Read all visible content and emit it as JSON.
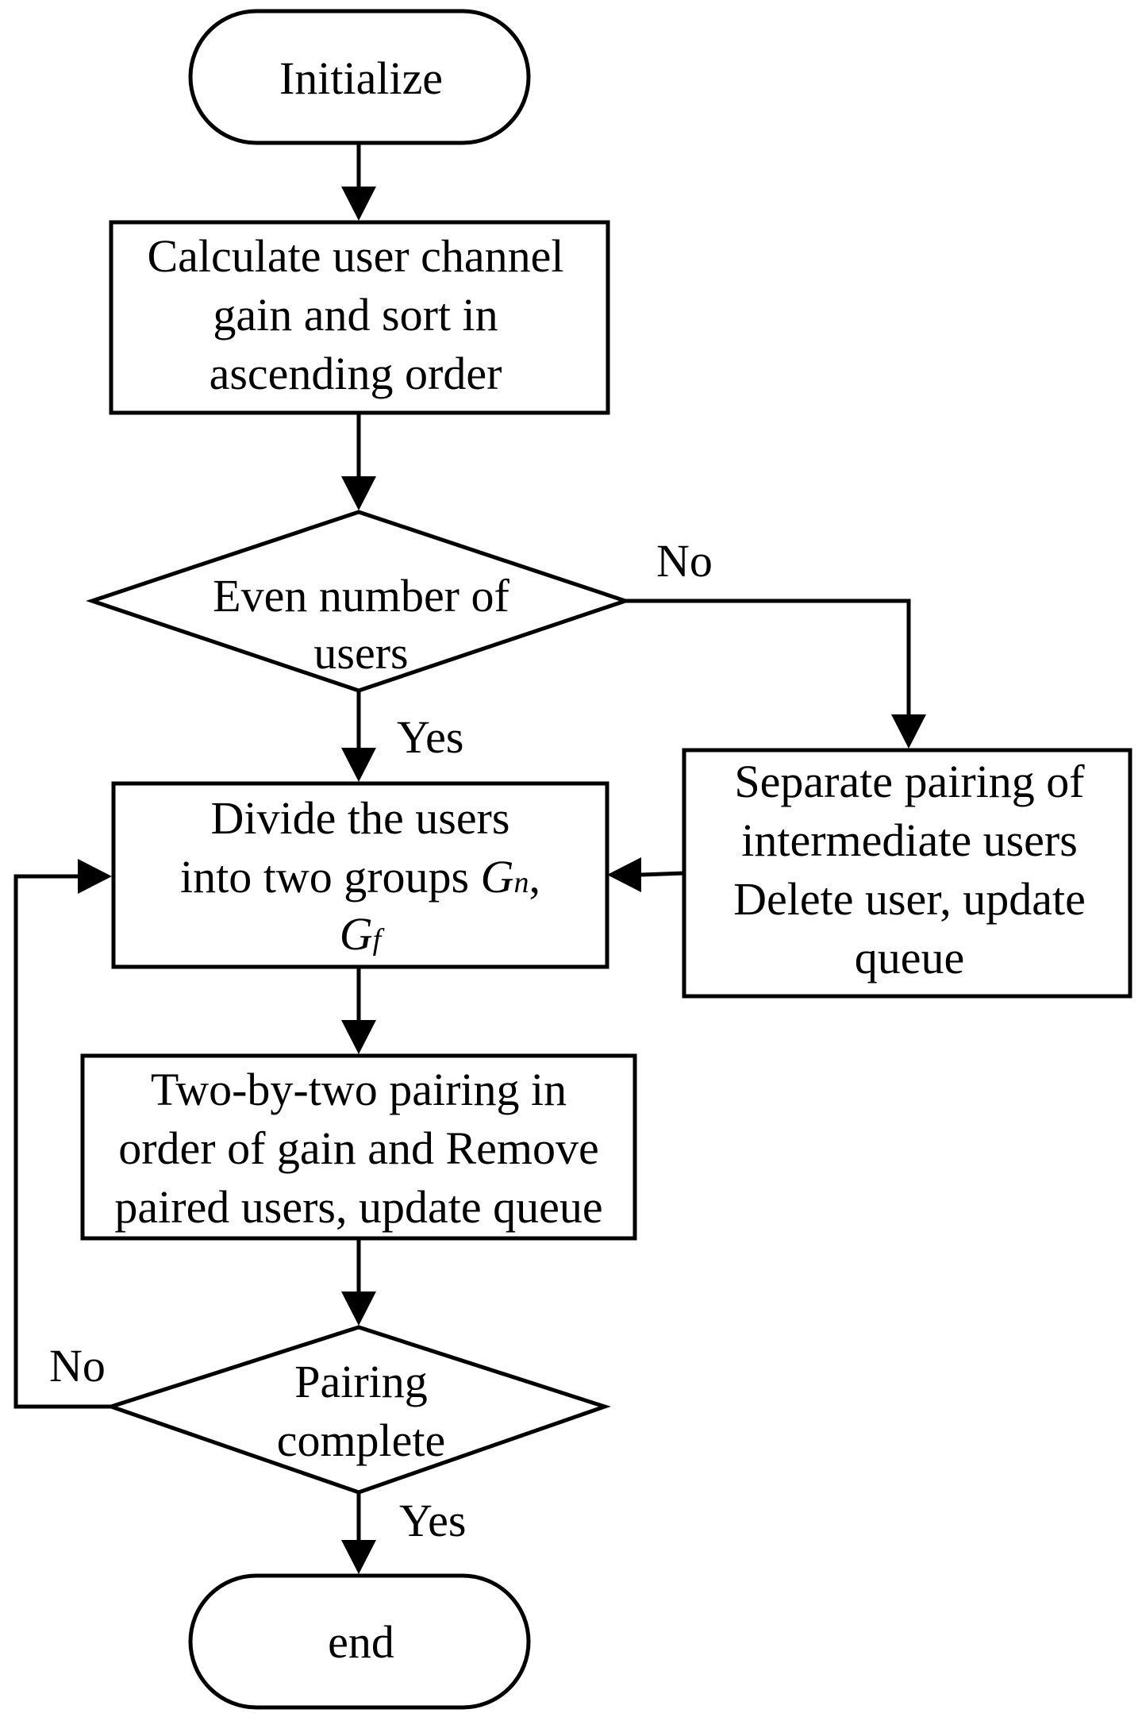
{
  "nodes": {
    "initialize": {
      "lines": [
        "Initialize"
      ]
    },
    "calculate": {
      "lines": [
        "Calculate user channel",
        "gain and sort in",
        "ascending order"
      ]
    },
    "even_check": {
      "lines": [
        "Even number of",
        "users"
      ]
    },
    "separate": {
      "lines": [
        "Separate pairing of",
        "intermediate users",
        "Delete user, update",
        "queue"
      ]
    },
    "divide": {
      "line1": "Divide the users",
      "line2_prefix": "into two groups ",
      "sym_gn": "G",
      "sub_n": "n",
      "comma": ",",
      "sym_gf": "G",
      "sub_f": "f"
    },
    "pairing": {
      "lines": [
        "Two-by-two pairing in",
        "order of gain and Remove",
        "paired users, update queue"
      ]
    },
    "complete_check": {
      "lines": [
        "Pairing",
        "complete"
      ]
    },
    "end": {
      "lines": [
        "end"
      ]
    }
  },
  "edge_labels": {
    "even_no": "No",
    "even_yes": "Yes",
    "complete_no": "No",
    "complete_yes": "Yes"
  }
}
